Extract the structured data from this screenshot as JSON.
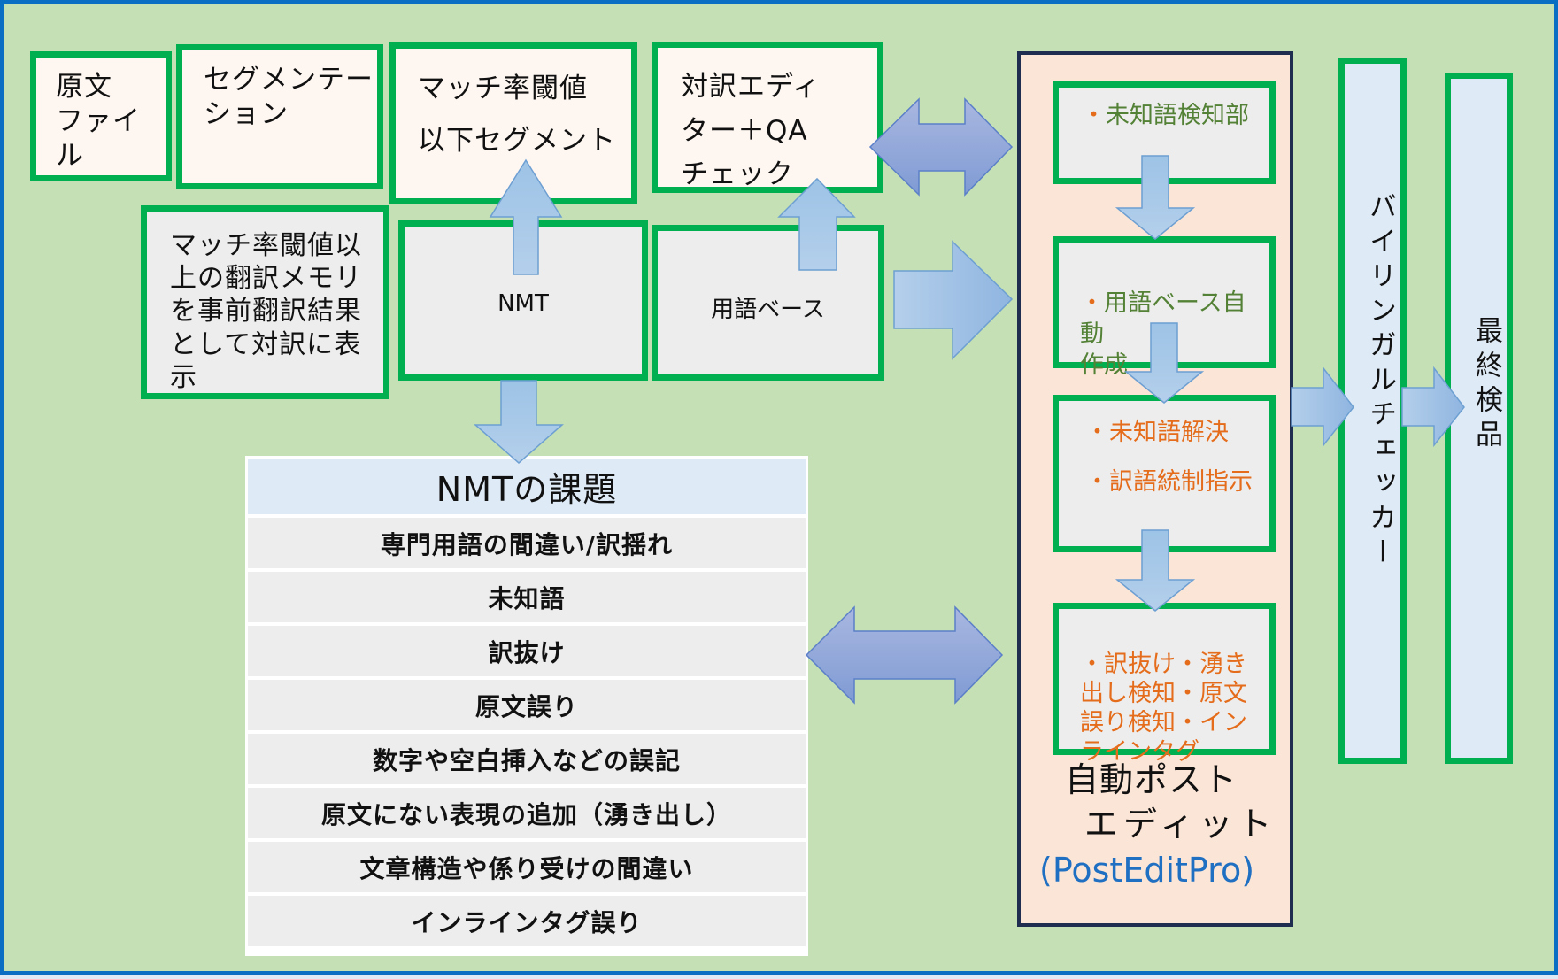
{
  "colors": {
    "background": "#c5e0b4",
    "frame_border": "#0a6fc2",
    "box_border": "#00b050",
    "box_cream": "#fdf6f1",
    "box_gray": "#ededed",
    "box_light_blue": "#deeaf6",
    "postedit_panel_bg": "#fbe5d6",
    "postedit_panel_border": "#1f2d50",
    "olive_text": "#538135",
    "orange_text": "#e46c1b",
    "postedit_brand_blue": "#1f6fc2",
    "arrow_light": "#9dc3e6",
    "arrow_purple": "#8faadc"
  },
  "pipeline": {
    "source_file": "原文\nファイ\nル",
    "segmentation": "セグメンテー\nション",
    "below_threshold": "マッチ率閾値\n以下セグメント",
    "bilingual_editor": "対訳エディ\nター＋QA\nチェック",
    "above_threshold_tm": "マッチ率閾値以\n上の翻訳メモリ\nを事前翻訳結果\nとして対訳に表\n示",
    "nmt": "NMT",
    "termbase": "用語ベース"
  },
  "nmt_issues": {
    "title": "NMTの課題",
    "items": [
      "専門用語の間違い/訳揺れ",
      "未知語",
      "訳抜け",
      "原文誤り",
      "数字や空白挿入などの誤記",
      "原文にない表現の追加（湧き出し）",
      "文章構造や係り受けの間違い",
      "インラインタグ誤り"
    ]
  },
  "postedit": {
    "bullet": "・",
    "step1": "未知語検知部",
    "step2": "用語ベース自動\n作成",
    "step3a": "未知語解決",
    "step3b": "訳語統制指示",
    "step4": "訳抜け・湧き\n出し検知・原文\n誤り検知・イン\nラインタグ",
    "label_line1": "自動ポスト",
    "label_line2": "エディット",
    "label_brand": "(PostEditPro)"
  },
  "bilingual_checker": "バイリンガルチェッカー",
  "final_inspection": "最終検品"
}
